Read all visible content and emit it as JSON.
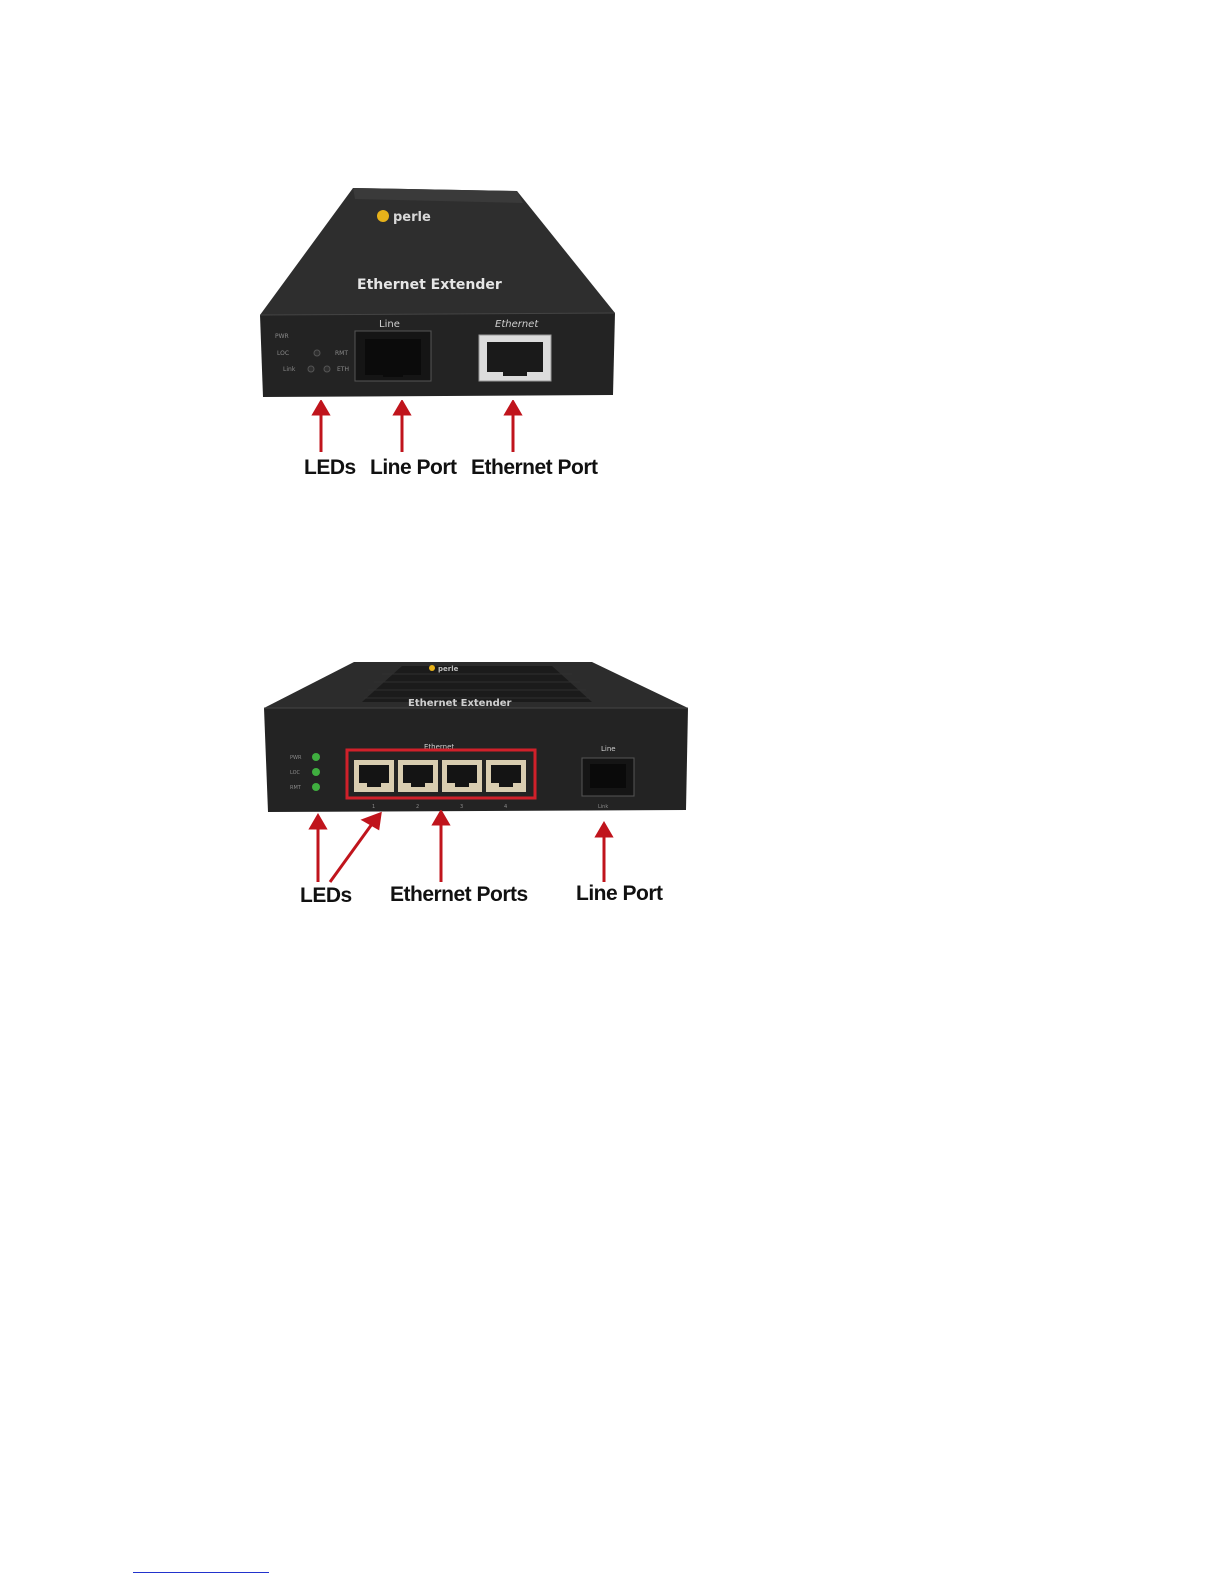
{
  "figure_1": {
    "device": {
      "logo_text": "perle",
      "panel_title": "Ethernet Extender",
      "port_labels": {
        "line": "Line",
        "ethernet": "Ethernet"
      },
      "led_labels": [
        "PWR",
        "LOC",
        "RMT",
        "Link",
        "ETH"
      ]
    },
    "callouts": {
      "leds": "LEDs",
      "line_port": "Line Port",
      "ethernet_port": "Ethernet Port"
    }
  },
  "figure_2": {
    "device": {
      "logo_text": "perle",
      "panel_title": "Ethernet Extender",
      "port_labels": {
        "ethernet": "Ethernet",
        "line": "Line"
      },
      "port_numbers": [
        "1",
        "2",
        "3",
        "4"
      ],
      "line_port_sub": "Link",
      "led_labels": [
        "PWR",
        "LOC",
        "RMT"
      ]
    },
    "callouts": {
      "leds": "LEDs",
      "ethernet_ports": "Ethernet Ports",
      "line_port": "Line Port"
    }
  },
  "colors": {
    "arrow": "#c0141c",
    "device_body": "#2b2b2b",
    "device_front": "#242424",
    "led": "#3fae3f",
    "highlight": "#d0202a"
  }
}
